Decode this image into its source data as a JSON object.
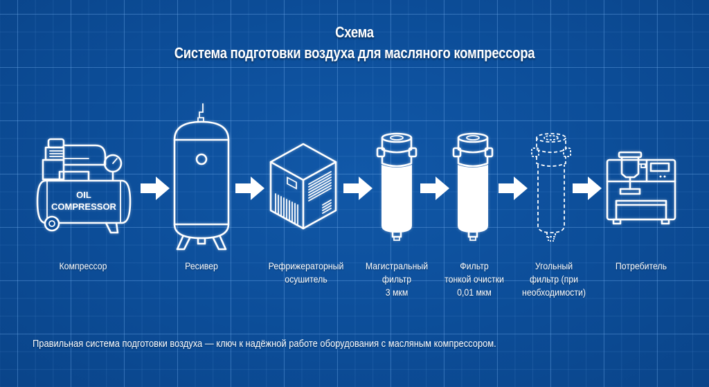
{
  "header": {
    "title": "Схема",
    "subtitle": "Система подготовки воздуха для масляного компрессора"
  },
  "colors": {
    "background": "#0c4d98",
    "grid": "#4f8fd6",
    "foreground": "#ffffff"
  },
  "stages": [
    {
      "id": "compressor",
      "icon": "oil-compressor-icon",
      "icon_text": [
        "OIL",
        "COMPRESSOR"
      ],
      "label": [
        "Компрессор"
      ]
    },
    {
      "id": "receiver",
      "icon": "receiver-tank-icon",
      "label": [
        "Ресивер"
      ]
    },
    {
      "id": "dryer",
      "icon": "refrigeration-dryer-icon",
      "label": [
        "Рефрижераторный",
        "осушитель"
      ]
    },
    {
      "id": "main-filter",
      "icon": "main-filter-icon",
      "label": [
        "Магистральный",
        "фильтр",
        "3 мкм"
      ]
    },
    {
      "id": "fine-filter",
      "icon": "fine-filter-icon",
      "label": [
        "Фильтр",
        "тонкой очистки",
        "0,01 мкм"
      ]
    },
    {
      "id": "carbon-filter",
      "icon": "carbon-filter-dashed-icon",
      "optional": true,
      "label": [
        "Угольный",
        "фильтр (при",
        "необходимости)"
      ]
    },
    {
      "id": "consumer",
      "icon": "consumer-machine-icon",
      "label": [
        "Потребитель"
      ]
    }
  ],
  "arrows": {
    "count": 6,
    "icon": "arrow-right-icon"
  },
  "footer": {
    "text": "Правильная система подготовки воздуха — ключ к надёжной работе оборудования с масляным компрессором."
  }
}
